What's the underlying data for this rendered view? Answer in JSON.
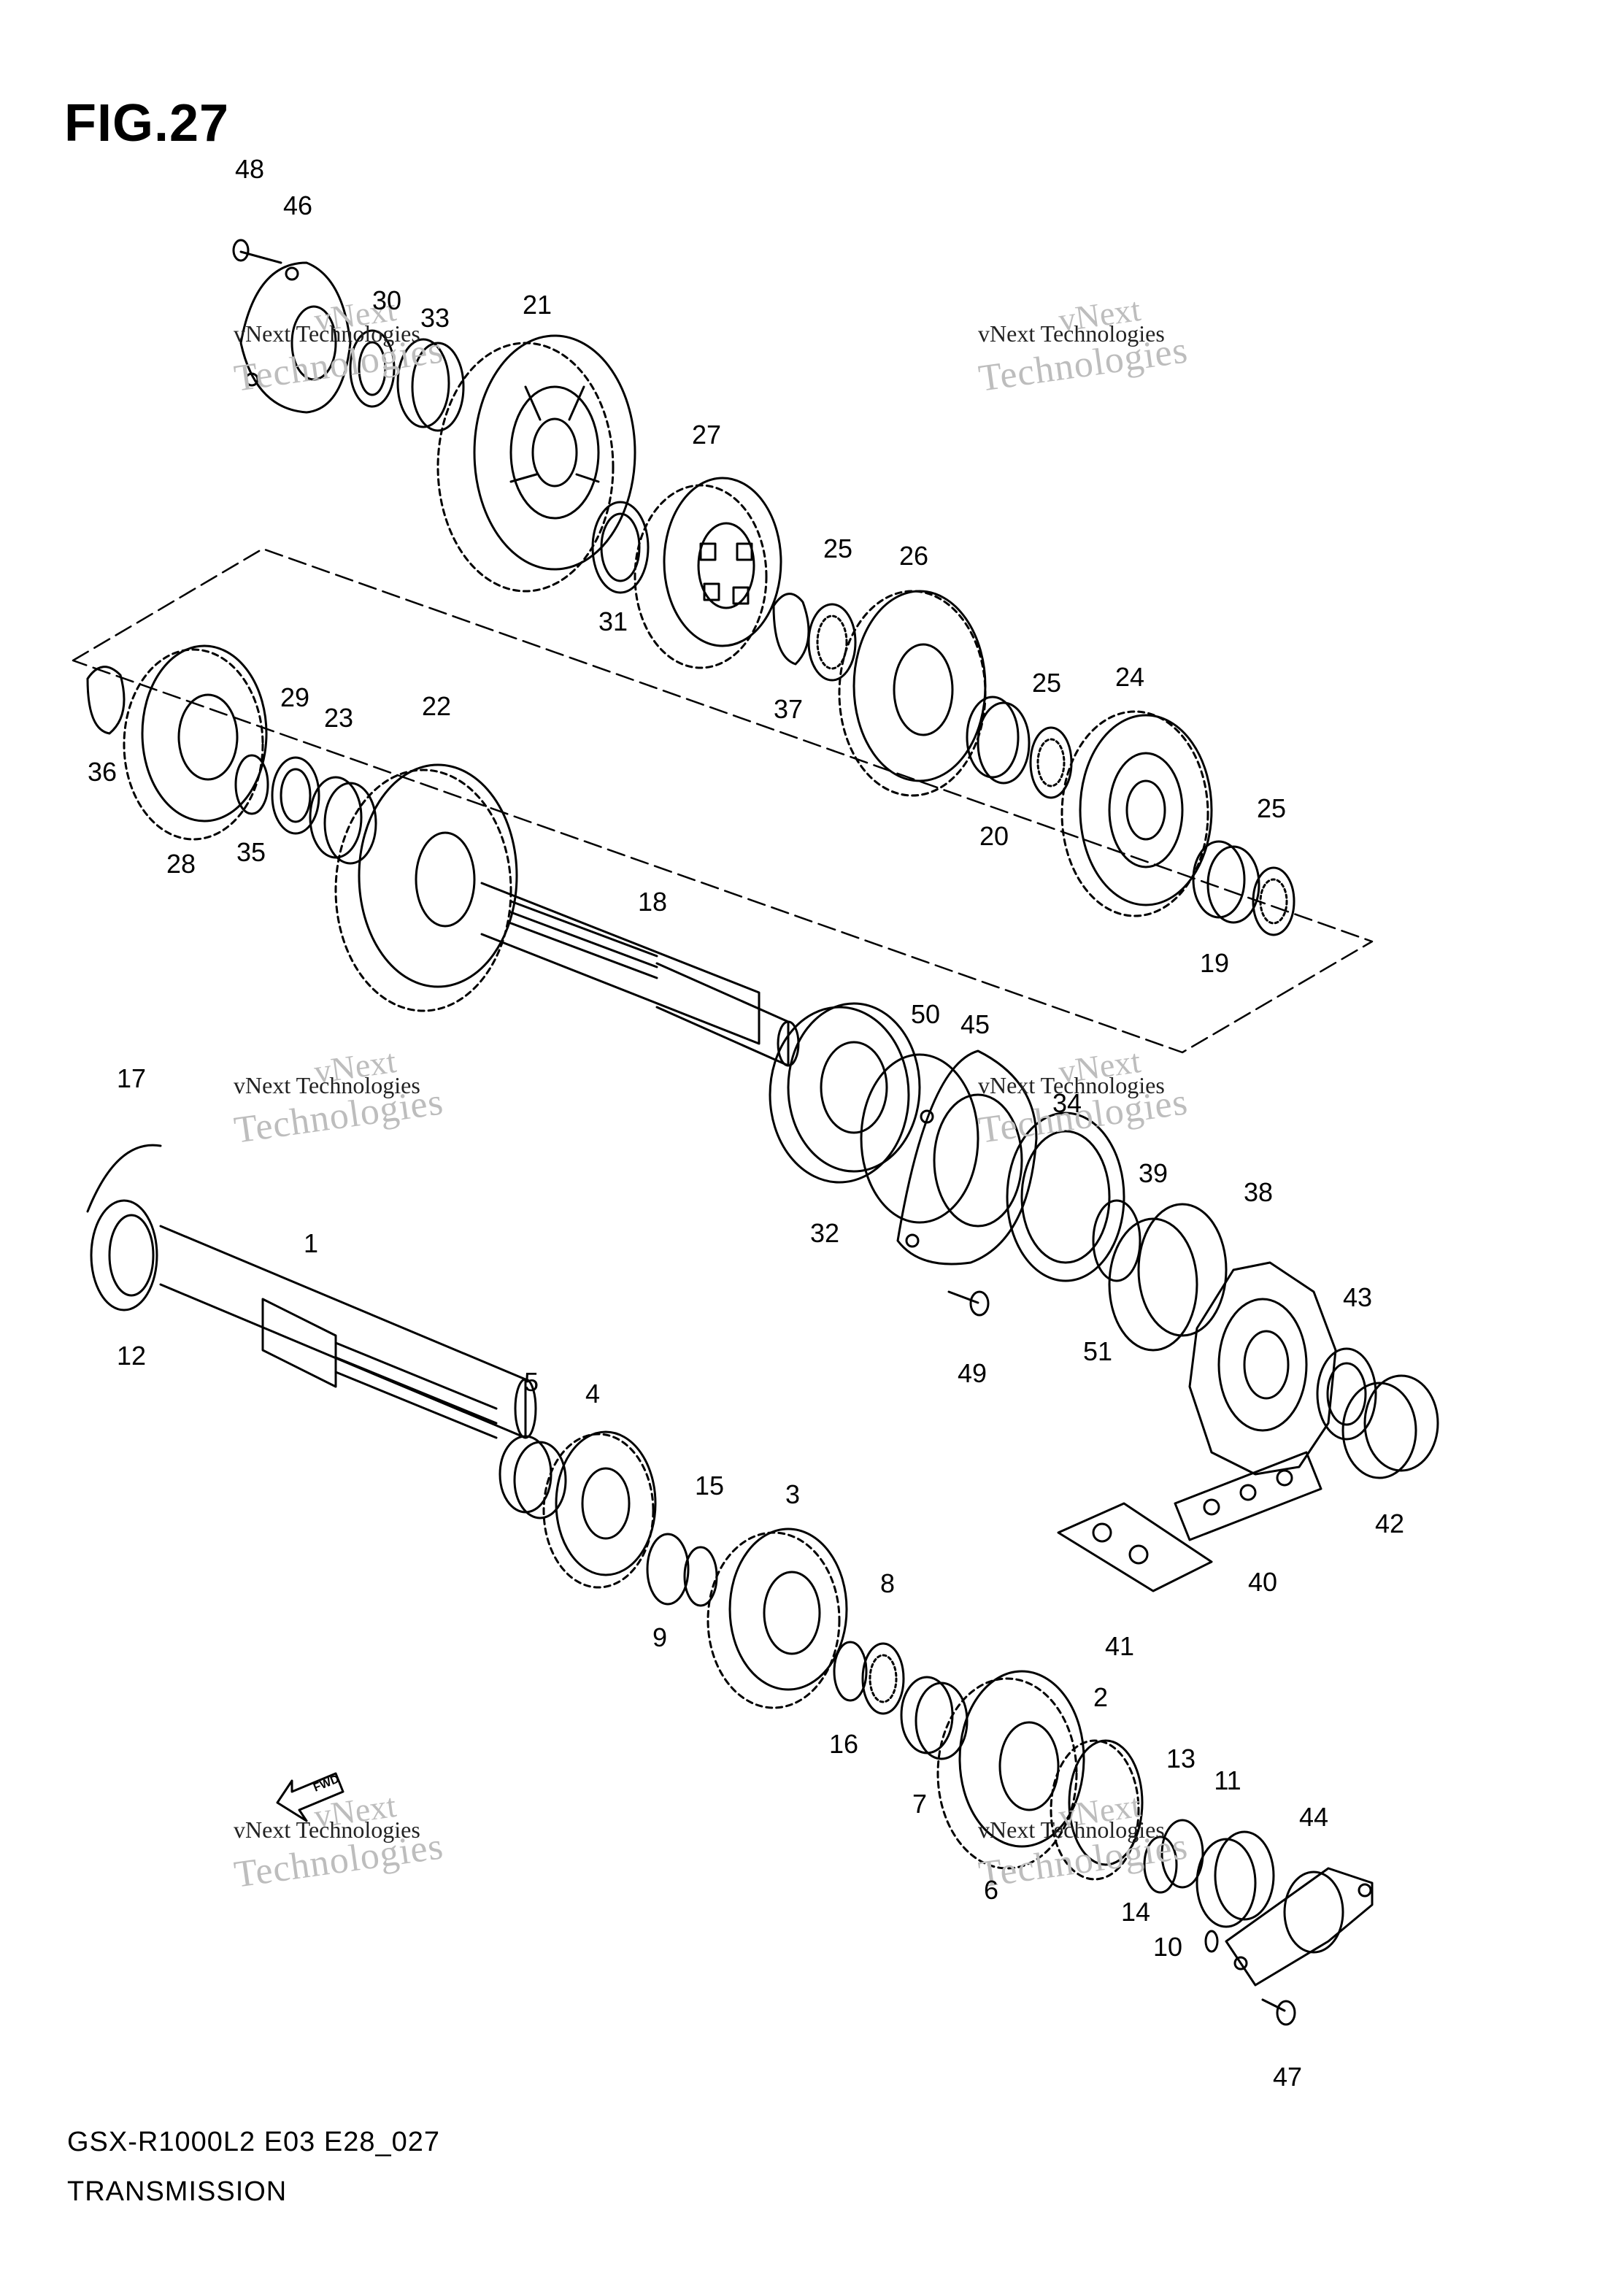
{
  "figure": {
    "title": "FIG.27"
  },
  "footer": {
    "model_code": "GSX-R1000L2 E03 E28_027",
    "section": "TRANSMISSION"
  },
  "direction_label": "FWD",
  "watermark": {
    "line1": "vNext",
    "line2": "vNext Technologies",
    "line3": "Technologies"
  },
  "callouts": [
    "48",
    "46",
    "30",
    "33",
    "21",
    "27",
    "31",
    "25",
    "37",
    "26",
    "36",
    "29",
    "23",
    "22",
    "28",
    "35",
    "25",
    "24",
    "20",
    "25",
    "18",
    "19",
    "50",
    "45",
    "17",
    "34",
    "1",
    "32",
    "39",
    "38",
    "12",
    "49",
    "51",
    "43",
    "5",
    "4",
    "15",
    "3",
    "42",
    "40",
    "9",
    "8",
    "41",
    "16",
    "2",
    "7",
    "13",
    "11",
    "6",
    "14",
    "44",
    "10",
    "47"
  ],
  "colors": {
    "line": "#000000",
    "watermark": "#bdbdbd"
  }
}
